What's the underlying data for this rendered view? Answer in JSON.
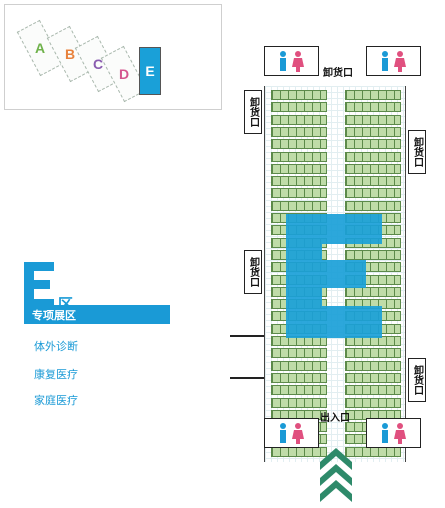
{
  "overview": {
    "halls": [
      {
        "letter": "A",
        "color": "#6fb24b",
        "highlight": false
      },
      {
        "letter": "B",
        "color": "#e8823c",
        "highlight": false
      },
      {
        "letter": "C",
        "color": "#8a5cb0",
        "highlight": false
      },
      {
        "letter": "D",
        "color": "#d4568f",
        "highlight": false
      },
      {
        "letter": "E",
        "color": "#ffffff",
        "highlight": true
      }
    ]
  },
  "zone": {
    "letter": "E",
    "zone_char": "区",
    "title": "专项展区",
    "categories": [
      "体外诊断",
      "康复医疗",
      "家庭医疗"
    ],
    "accent": "#1a9ad6"
  },
  "map": {
    "unloading_label": "卸货口",
    "entrance_label": "出入口",
    "highlight_color": "#1aa0d8",
    "stall_color": "#bfdca8"
  }
}
